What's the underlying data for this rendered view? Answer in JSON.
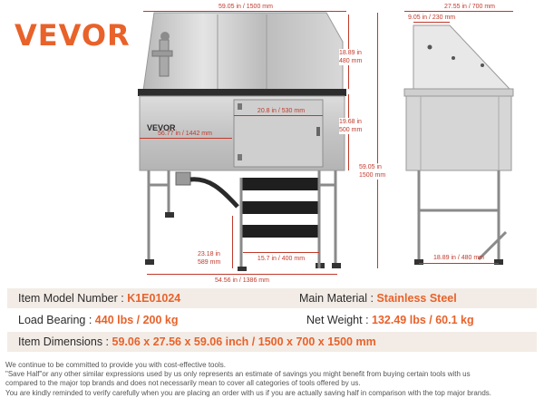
{
  "brand": {
    "logo_text": "VEVOR",
    "color": "#e8622a"
  },
  "dimensions": {
    "top_width": "59.05 in / 1500 mm",
    "upper_height": "18.89 in\n480 mm",
    "door_width": "20.8 in / 530 mm",
    "basin_width": "56.77 in / 1442 mm",
    "basin_height": "19.68 in\n500 mm",
    "total_height": "59.05 in\n1500 mm",
    "step_height": "23.18 in\n589 mm",
    "step_width": "15.7 in / 400 mm",
    "bottom_width": "54.56 in / 1386 mm",
    "side_depth": "27.55 in / 700 mm",
    "side_top": "9.05 in / 230 mm",
    "side_leg": "18.89 in / 480 mm",
    "label_color": "#c0392b"
  },
  "tub_label": "VEVOR",
  "specs": {
    "model_label": "Item Model Number : ",
    "model_value": "K1E01024",
    "material_label": "Main Material : ",
    "material_value": "Stainless Steel",
    "load_label": "Load Bearing : ",
    "load_value": "440 lbs / 200 kg",
    "weight_label": "Net Weight : ",
    "weight_value": "132.49 lbs / 60.1 kg",
    "dims_label": "Item Dimensions : ",
    "dims_value": "59.06 x 27.56 x 59.06 inch / 1500 x 700 x 1500 mm",
    "band_color": "#f3ece6"
  },
  "disclaimer": [
    "We continue to be committed to provide you with cost-effective tools.",
    "\"Save Half\"or any other similar expressions used by us only represents an estimate of savings you might benefit from buying certain tools with us",
    "compared to the major top brands and does not necessarily mean to cover all categories of tools offered by us.",
    "You are kindly reminded to verify carefully when you are placing an order with us if you are actually saving half in comparison with the top major brands."
  ]
}
